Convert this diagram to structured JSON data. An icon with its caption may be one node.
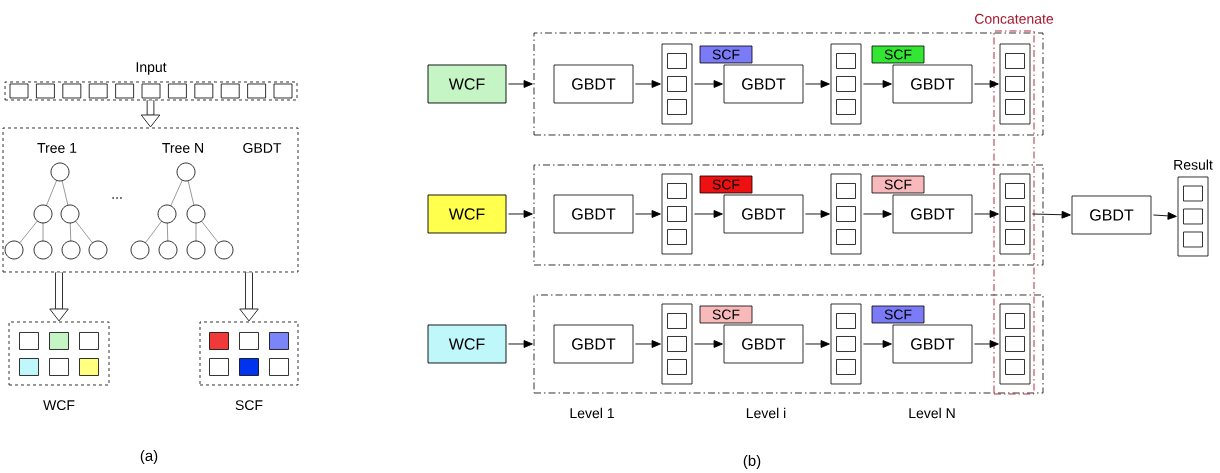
{
  "diagram": {
    "nodes": [
      {
        "text": [
          "Input"
        ]
      },
      {
        "text": [
          "GBDT"
        ]
      },
      {
        "text": [
          "WCF"
        ]
      },
      {
        "text": [
          "SCF"
        ]
      },
      {
        "text": [
          "Concatenate"
        ]
      },
      {
        "text": [
          "WCF"
        ]
      },
      {
        "text": [],
        "shape": "box"
      },
      {
        "text": [
          "GBDT"
        ],
        "in": 6
      },
      {
        "text": [],
        "shape": "box",
        "in": 6
      },
      {
        "text": [
          "SCF"
        ],
        "in": 6
      },
      {
        "text": [
          "GBDT"
        ],
        "in": 6
      },
      {
        "text": [],
        "shape": "box",
        "in": 6
      },
      {
        "text": [
          "SCF"
        ],
        "in": 6
      },
      {
        "text": [
          "GBDT"
        ],
        "in": 6
      },
      {
        "text": [],
        "shape": "box"
      },
      {
        "text": [
          "WCF"
        ]
      },
      {
        "text": [],
        "shape": "box"
      },
      {
        "text": [
          "GBDT"
        ],
        "in": 16
      },
      {
        "text": [],
        "shape": "box",
        "in": 16
      },
      {
        "text": [
          "SCF"
        ],
        "in": 16
      },
      {
        "text": [
          "GBDT"
        ],
        "in": 16
      },
      {
        "text": [],
        "shape": "box",
        "in": 16
      },
      {
        "text": [
          "SCF"
        ],
        "in": 16
      },
      {
        "text": [
          "GBDT"
        ],
        "in": 16
      },
      {
        "text": [],
        "shape": "box"
      },
      {
        "text": [
          "WCF"
        ]
      },
      {
        "text": [],
        "shape": "box"
      },
      {
        "text": [
          "GBDT"
        ],
        "in": 26
      },
      {
        "text": [],
        "shape": "box",
        "in": 26
      },
      {
        "text": [
          "SCF"
        ],
        "in": 26
      },
      {
        "text": [
          "GBDT"
        ],
        "in": 26
      },
      {
        "text": [],
        "shape": "box",
        "in": 26
      },
      {
        "text": [
          "SCF"
        ],
        "in": 26
      },
      {
        "text": [
          "GBDT"
        ],
        "in": 26
      },
      {
        "text": [],
        "shape": "box"
      },
      {
        "text": [
          "GBDT"
        ]
      },
      {
        "text": [
          "Result"
        ]
      }
    ],
    "edges": [
      {
        "from": 0,
        "to": 1,
        "arrow": "to",
        "style": "thick"
      },
      {
        "from": 1,
        "to": 2,
        "arrow": "to",
        "style": "thick"
      },
      {
        "from": 1,
        "to": 3,
        "arrow": "to",
        "style": "thick"
      },
      {
        "from": 5,
        "to": 6,
        "arrow": "to"
      },
      {
        "from": 7,
        "to": 8,
        "arrow": "to"
      },
      {
        "from": 8,
        "to": 10,
        "arrow": "to"
      },
      {
        "from": 10,
        "to": 11,
        "arrow": "to"
      },
      {
        "from": 11,
        "to": 13,
        "arrow": "to"
      },
      {
        "from": 13,
        "to": 14,
        "arrow": "to"
      },
      {
        "from": 15,
        "to": 16,
        "arrow": "to"
      },
      {
        "from": 17,
        "to": 18,
        "arrow": "to"
      },
      {
        "from": 18,
        "to": 20,
        "arrow": "to"
      },
      {
        "from": 20,
        "to": 21,
        "arrow": "to"
      },
      {
        "from": 21,
        "to": 23,
        "arrow": "to"
      },
      {
        "from": 23,
        "to": 24,
        "arrow": "to"
      },
      {
        "from": 25,
        "to": 26,
        "arrow": "to"
      },
      {
        "from": 27,
        "to": 28,
        "arrow": "to"
      },
      {
        "from": 28,
        "to": 30,
        "arrow": "to"
      },
      {
        "from": 30,
        "to": 31,
        "arrow": "to"
      },
      {
        "from": 31,
        "to": 33,
        "arrow": "to"
      },
      {
        "from": 33,
        "to": 34,
        "arrow": "to"
      },
      {
        "from": 24,
        "to": 35,
        "arrow": "to"
      },
      {
        "from": 35,
        "to": 36,
        "arrow": "to"
      }
    ],
    "labels": [
      "Tree 1",
      "Tree N",
      "...",
      "Level 1",
      "Level i",
      "Level N",
      "(a)",
      "(b)"
    ]
  }
}
